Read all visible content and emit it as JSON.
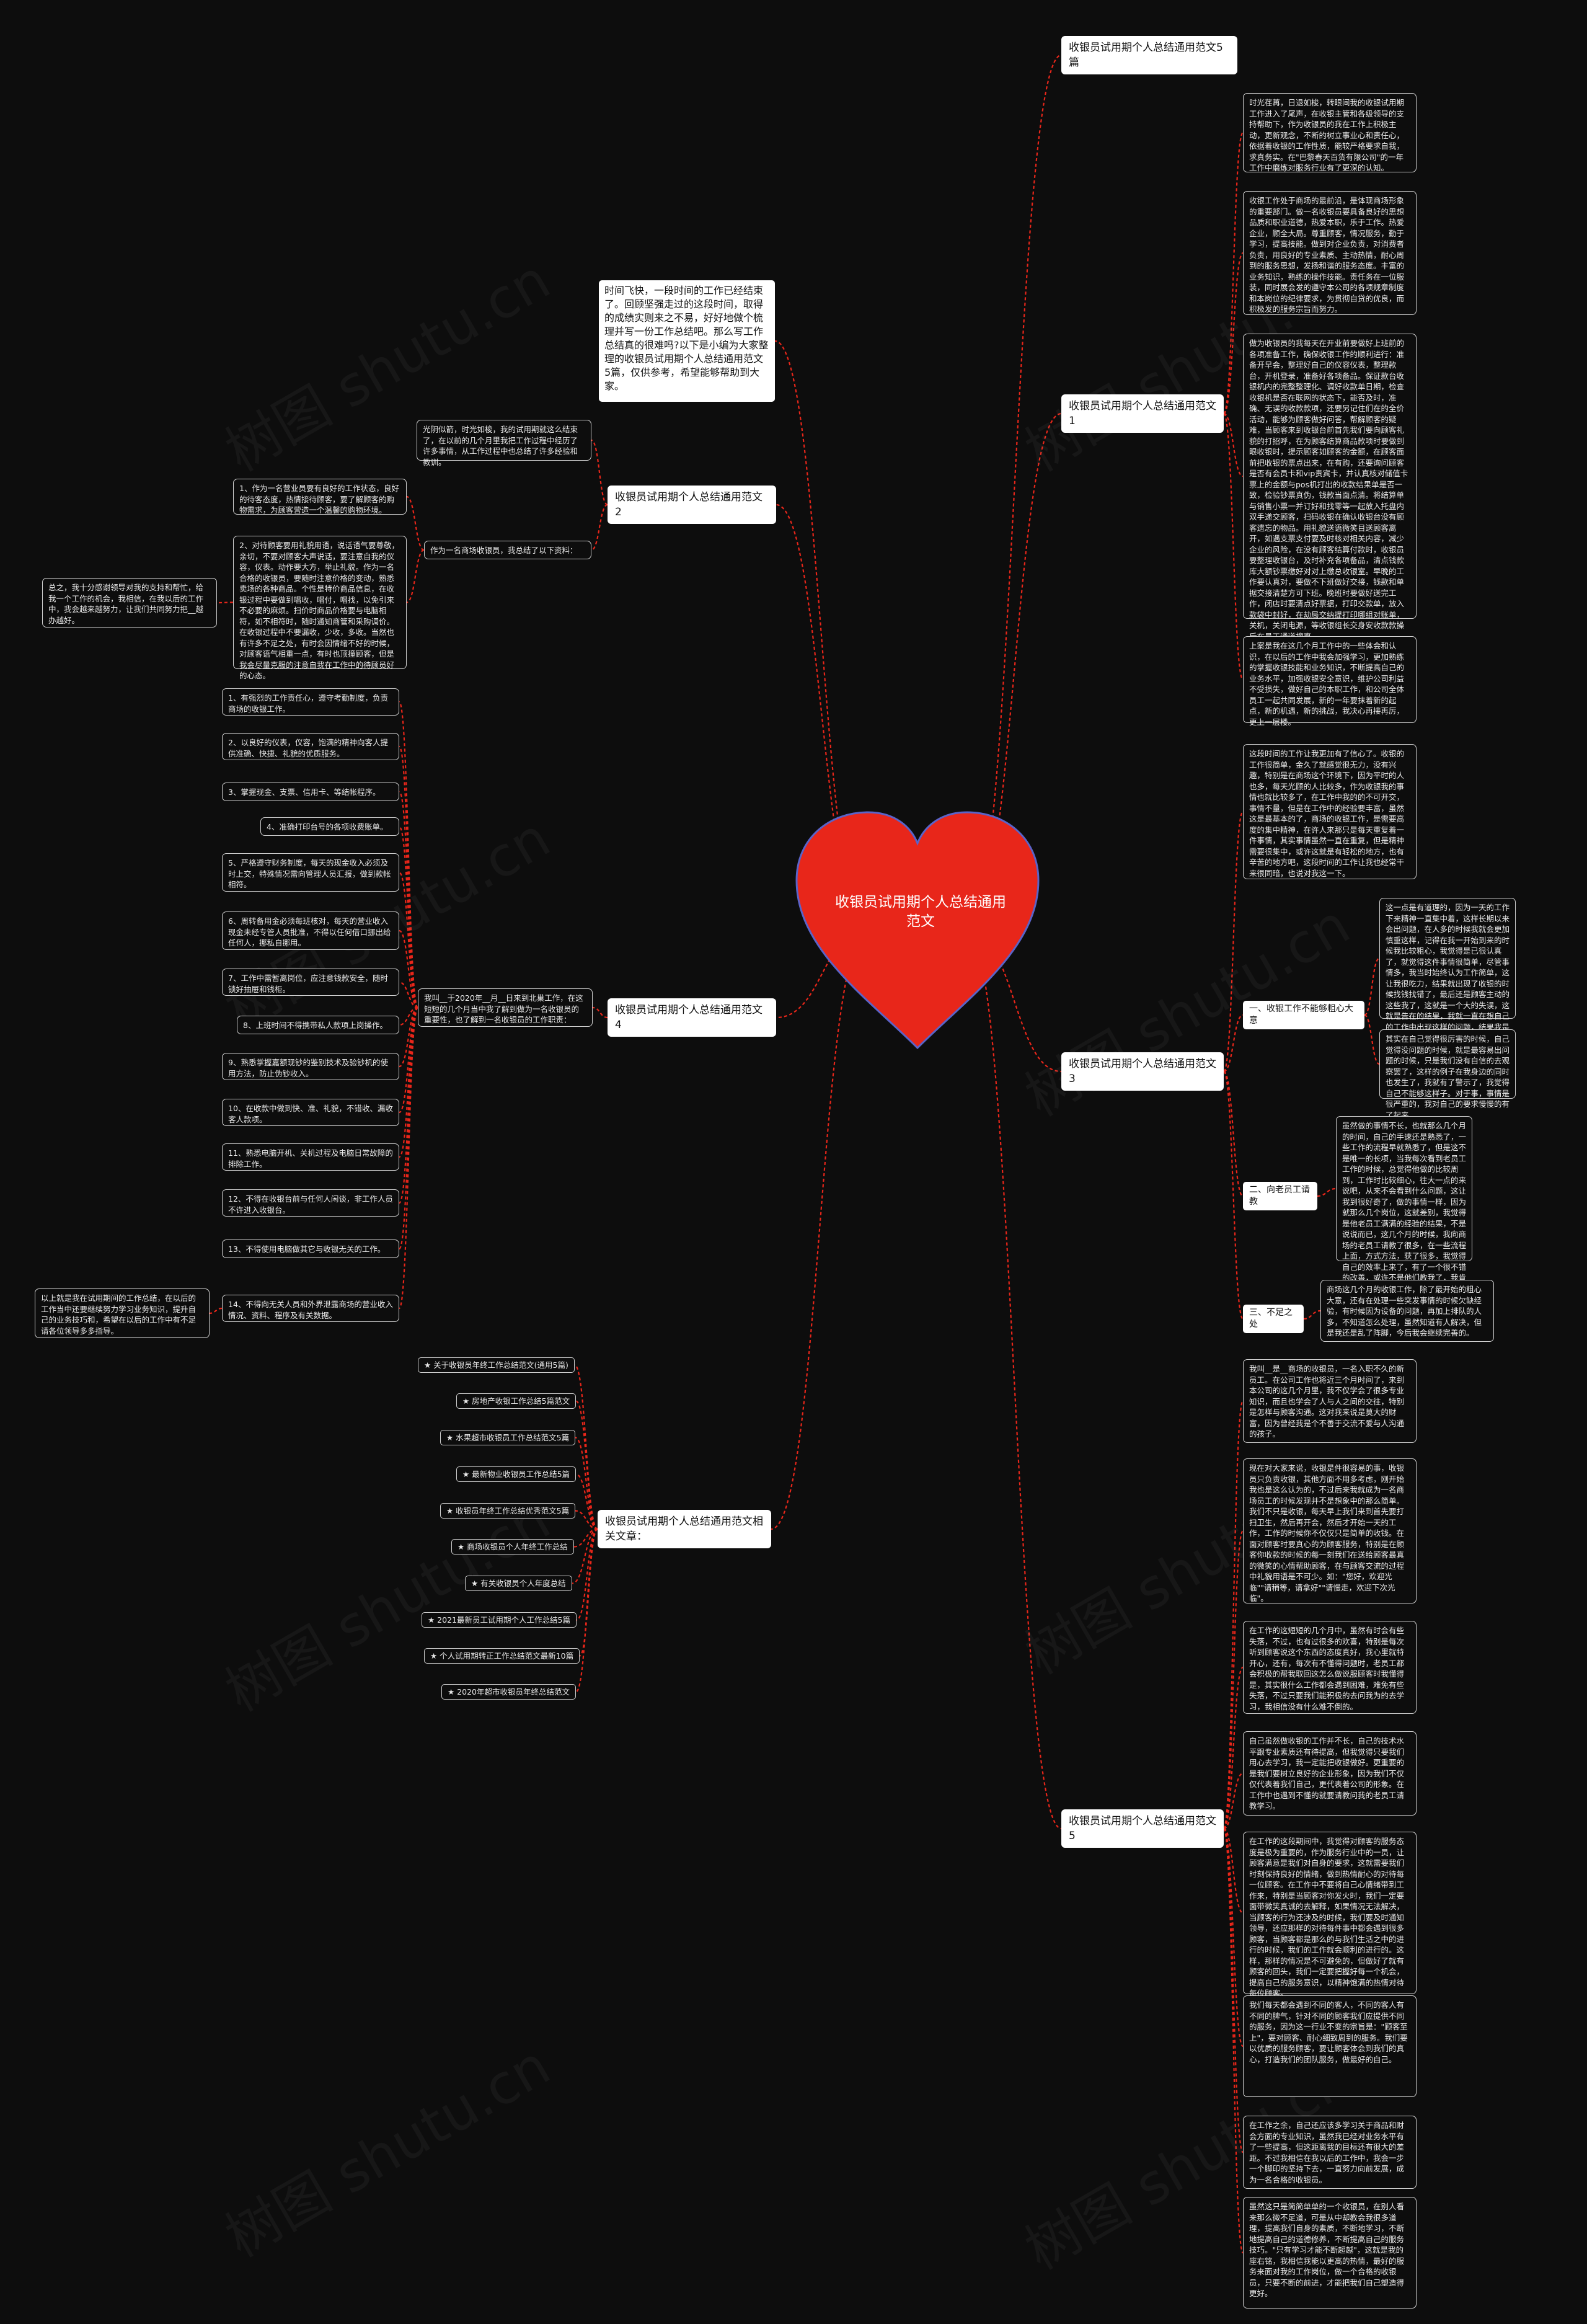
{
  "center": {
    "title": "收银员试用期个人总结通用范文",
    "color": "#e8261a"
  },
  "watermark": "树图 shutu.cn",
  "colors": {
    "link": "#e8261a",
    "background": "#0d0d0d"
  },
  "branches": {
    "b5a": "收银员试用期个人总结通用范文5篇",
    "b1": "收银员试用期个人总结通用范文1",
    "b2": "收银员试用期个人总结通用范文2",
    "b3": "收银员试用期个人总结通用范文3",
    "b4": "收银员试用期个人总结通用范文4",
    "b5": "收银员试用期个人总结通用范文5",
    "related": "收银员试用期个人总结通用范文相关文章："
  },
  "intro": "时间飞快，一段时间的工作已经结束了。回顾坚强走过的这段时间，取得的成绩实则来之不易，好好地做个梳理并写一份工作总结吧。那么写工作总结真的很难吗?以下是小编为大家整理的收银员试用期个人总结通用范文5篇，仅供参考，希望能够帮助到大家。",
  "b1_cards": [
    "时光荏苒，日退如梭，转眼间我的收银试用期工作进入了尾声，在收银主管和各级领导的支持帮助下，作为收银员的我在工作上积极主动，更新观念，不断的树立事业心和责任心，依据着收银的工作性质，能较严格要求自我，求真务实。在\"巴黎春天百货有限公司\"的一年工作中磨炼对服务行业有了更深的认知。",
    "收银工作处于商场的最前沿，是体现商场形象的重要部门。做一名收银员要具备良好的思想品质和职业道德，热爱本职，乐于工作。热爱企业，顾全大局。尊重顾客，情况服务，勤于学习，提高技能。做到对企业负责，对消费者负责，用良好的专业素质、主动热情，耐心周到的服务思想，发扬和谐的服务态度。丰富的业务知识，熟练的操作技能。责任务在一位服装，同时展会发的遵守本公司的各项规章制度和本岗位的纪律要求，为贯彻自贷的优良，而积极发的服务宗旨而努力。",
    "做为收银员的我每天在开业前要做好上班前的各项准备工作，确保收银工作的顺利进行：准备开早会，整理好自己的仪容仪表，整理款台，开机登录，准备好各项备品。保证款台收银机内的完整整理化、调好收款单日期，检查收银机是否在联网的状态下，能否及时，准确、无误的收款款项，还要另记住们在的全价活动，能够为顾客做好问答，帮解顾客的疑难，当顾客来到收银台前首先我们要向顾客礼貌的打招呼，在为顾客结算商品款项时要做到眼收银时，提示顾客如顾客的金额，在顾客面前把收银的票点出来，在有购，还要询问顾客是否有会员卡和vip贵宾卡，并认真核对储值卡票上的金额与pos机打出的收款结果单是否一致，检验钞票真伪，钱款当面点清。将结算单与销售小票一并订好和找零等一起放入托盘内双手递交顾客，扫码收银在确认收银台没有顾客遗忘的物品。用礼貌送语微笑目送顾客离开，如遇支票支付要及时核对相关内容，减少企业的风险，在没有顾客结算付款时，收银员要整理收银台，及时补充各项备品，清点钱款库大额钞票缴好对对上缴总收银室。早晚的工作要认真对，要做不下班做好交接，钱款和单据交接清楚方可下班。晚班时要做好送完工作，闭店时要清点好票据，打印交款单，放入款袋中封好，在劫局交纳提打印哪组对账单，关机，关闭电源，等收银组长交身安收款款操后在员工通道搜离。",
    "上案是我在这几个月工作中的一些体会和认识，在以后的工作中我会加强学习，更加熟练的掌握收银技能和业务知识，不断提高自己的业务水平，加强收银安全意识，维护公司利益不受损失，做好自己的本职工作，和公司全体员工一起共同发展，新的一年要抹着新的起点，新的机遇，新的挑战，我决心再接再厉，更上一层楼。"
  ],
  "b2_items": [
    "光阴似箭，时光如梭，我的试用期就这么结束了，在以前的几个月里我把工作过程中经历了许多事情，从工作过程中也总结了许多经验和教训。",
    "作为一名商场收银员，我总结了以下资料："
  ],
  "b2_cards": [
    "1、作为一名营业员要有良好的工作状态，良好的待客态度，热情接待顾客，要了解顾客的购物需求，为顾客营造一个温馨的购物环境。",
    "2、对待顾客要用礼貌用语，说话语气要尊敬，亲切，不要对顾客大声说话，要注意自我的仪容，仪表。动作要大方，举止礼貌。作为一名合格的收银员，要随时注意价格的变动，熟悉卖场的各种商品。个性是特价商品信息，在收银过程中要做到唱收，唱付，唱找，以免引来不必要的麻烦。扫价时商品价格要与电脑相符，如不相符时，随时通知商管和采购调价。在收银过程中不要漏收，少收，多收。当然也有许多不足之处，有时会因情绪不好的时候，对顾客语气相重一点，有时也顶撞顾客，但是我会尽量克服的注意自我在工作中的待顾员好的心态。"
  ],
  "b2_summary": "总之，我十分感谢领导对我的支持和帮忙，给我一个工作的机会，我相信，在我以后的工作中，我会越来越努力，让我们共同努力把__越办越好。",
  "b3_intro": "这段时间的工作让我更加有了信心了。收银的工作很简单，金久了就感觉很无力，没有兴趣，特别是在商场这个环境下，因为平时的人也多，每天光顾的人比较多，作为收银我的事情也就比较多了，在工作中我的的不可开交，事情不量，但是在工作中的经验要丰富，虽然这是最基本的了，商场的收银工作，是需要高度的集中精神，在许人来那只是每天重复着一件事情，其实事情虽然一直在重复，但是精神需要很集中，或许这就是有轻松的地方，也有辛苦的地方吧，这段时间的工作让我也经常干来很同暗，也说对我这一下。",
  "b3_subs": [
    "一、收银工作不能够粗心大意",
    "二、向老员工请教",
    "三、不足之处"
  ],
  "b3_cards1": [
    "这一点是有道理的，因为一天的工作下来精神一直集中着，这样长期以来会出问题，在人多的时候我就会更加慎重这样，记得在我一开始到来的时候我比较粗心，我觉得是已很认真了，就觉得这件事情很简单，尽管事情多，我当时始终认为工作简单，这让我很吃力，结果就出现了收银的时候找钱找错了，最后还是顾客主动的这些我了，这就是一个大的失误，这就是告在的结果，我就一直在想自己的工作中出现这样的问题，结果我是这样，我都心了，放松了。",
    "其实在自己觉得很厉害的时候，自己觉得没问题的时候，就是最容易出问题的时候，只是我们没有自信的去观察罢了，这样的例子在我身边的同时也发生了，我就有了警示了，我觉得自己不能够这样子。对于事，事情是很严重的，我对自己的要求慢慢的有了起来。"
  ],
  "b3_cards2": "虽然做的事情不长，也就那么几个月的时间，自己的手速还是熟悉了，一些工作的流程早就熟悉了，但是这不是唯一的长项，当我每次看到老员工工作的时候，总觉得他做的比较周到，工作时比较细心，往大一点的来说吧，从来不会看到什么问题，这让我到很好奇了，做的事情一样，因为就那么几个岗位，这就差别，我觉得是他老员工满满的经验的结果，不是说说而已，这几个月的时候，我向商场的老员工请教了很多，在一些流程上面，方式方法，获了很多，我觉得自己的效率上来了，有了一个很不错的改善，或许不是他们教我了，我肯定现在自己上来的。",
  "b3_cards3": "商场这几个月的收银工作，除了最开始的粗心大意，还有在处理一些突发事情的时候欠缺经验，有时候因为设备的问题，再加上排队的人多，不知道怎么处理，虽然知道有人解决，但是我还是乱了阵脚，今后我会继续完善的。",
  "b4_intro": "我叫__于2020年__月__日来到北巢工作，在这短短的几个月当中我了解到做为一名收银员的重要性，也了解到一名收银员的工作职责：",
  "b4_cards": [
    "1、有强烈的工作责任心，遵守考勤制度，负责商场的收银工作。",
    "2、以良好的仪表，仪容，饱满的精神向客人提供准确、快捷、礼貌的优质服务。",
    "3、掌握现金、支票、信用卡、等结帐程序。",
    "4、准确打印台号的各项收费账单。",
    "5、严格遵守财务制度，每天的现金收入必须及时上交，特殊情况需向管理人员汇报，做到款帐相符。",
    "6、周转备用金必须每班核对，每天的营业收入现金未经专管人员批准，不得以任何借口挪出给任何人，挪私自挪用。",
    "7、工作中需暂离岗位，应注意钱款安全，随时锁好抽屉和钱柜。",
    "8、上班时间不得携带私人款项上岗操作。",
    "9、熟悉掌握嘉额现钞的鉴别技术及验钞机的使用方法，防止伪钞收入。",
    "10、在收款中做到快、准、礼貌，不错收、漏收客人款项。",
    "11、熟悉电脑开机、关机过程及电脑日常故障的排除工作。",
    "12、不得在收银台前与任何人闲谈，非工作人员不许进入收银台。",
    "13、不得使用电脑做其它与收银无关的工作。",
    "14、不得向无关人员和外界泄露商场的营业收入情况、资料、程序及有关数据。"
  ],
  "b4_summary": "以上就是我在试用期间的工作总结，在以后的工作当中还要继续努力学习业务知识，提升自己的业务技巧和，希望在以后的工作中有不足请各位领导多多指导。",
  "b5_cards": [
    "我叫__是__商场的收银员，一名入职不久的新员工。在公司工作也将近三个月时间了，来到本公司的这几个月里，我不仅学会了很多专业知识，而且也学会了人与人之间的交往，特别是怎样与顾客沟通。这对我来说是莫大的财富，因为曾经我是个不善于交流不爱与人沟通的孩子。",
    "现在对大家来说，收银是件很容易的事，收银员只负责收银，其他方面不用多考虑，刚开始我也是这么认为的，不过后来我就成为一名商场员工的时候发现并不是想象中的那么简单。我们不只是收银，每天早上我们来到首先要打扫卫生，然后再开会，然后才开始一天的工作，工作的时候你不仅仅只是简单的收钱。在面对顾客时要真心的为顾客服务，特别是在顾客你收款的时候的每一刻我们在送给顾客最真的微笑的心情帮助顾客，在与顾客交流的过程中礼貌用语是不可少。如：\"您好，欢迎光临\"\"请稍等，请拿好\"\"请慢走，欢迎下次光临\"。",
    "在工作的这短短的几个月中，虽然有时会有些失落，不过，也有过很多的欢喜，特别是每次听到顾客说这个东西的态度真好，我心里就特开心，还有，每次有不懂得问题时，老员工都会积极的帮我取回这怎么做说服顾客时我懂得是，其实很什么工作都会遇到困难，难免有些失落，不过只要我们能积极的去问我为的去学习，我相信没有什么难不倒的。",
    "自己虽然做收银的工作并不长，自己的技术水平跟专业素质还有待提高，但我觉得只要我们用心去学习，我一定能把收银做好。更重要的是我们要树立良好的企业形象，因为我们不仅仅代表着我们自己，更代表着公司的形象。在工作中也遇到不懂的就要请教问我的老员工请教学习。",
    "在工作的这段期间中，我觉得对顾客的服务态度是极为重要的，作为服务行业中的一员，让顾客满意是我们对自身的要求，这就需要我们时刻保持良好的情绪，做到热情耐心的对待每一位顾客。在工作中不要将自己心情绪带到工作来，特别是当顾客对你发火时，我们一定要面带微笑真诚的去解释，如果情况无法解决，当顾客的行为还涉及的时候，我们要及时通知领导，还应那样的对待每件事中都会遇到很多顾客，当顾客都是那么的与我们生活之中的进行的时候，我们的工作就会顺利的进行的。这样，那样的情况是不可避免的，但做好了就有顾客的回头，我们一定要把握好每一个机会，提高自己的服务意识，以精神饱满的热情对待每位顾客。",
    "我们每天都会遇到不同的客人，不同的客人有不同的脾气，针对不同的顾客我们应提供不同的服务，因为这一行业不变的宗旨是：\"顾客至上\"，要对顾客、耐心细致周到的服务。我们要以优质的服务顾客，要让顾客体会到我们的真心，打造我们的团队服务，做最好的自己。",
    "在工作之余，自己还应该多学习关于商品和财会方面的专业知识，虽然我已经对业务水平有了一些提高，但这距离我的目标还有很大的差距。不过我相信在我以后的工作中，我会一步一个脚印的坚持下去，一直努力向前发展，成为一名合格的收银员。",
    "虽然这只是简简单单的一个收银员，在别人看来那么微不足道，可是从中却教会我很多道理，提高我们自身的素质，不断地学习，不断地提高自己的道德修养，不断提高自己的服务技巧。\"只有学习才能不断超越\"，这就是我的座右铭，我相信我能以更高的热情，最好的服务来面对我的工作岗位，做一个合格的收银员，只要不断的前进，才能把我们自己塑造得更好。"
  ],
  "related": [
    "★ 关于收银员年终工作总结范文(通用5篇)",
    "★ 房地产收银工作总结5篇范文",
    "★ 水果超市收银员工作总结范文5篇",
    "★ 最新物业收银员工作总结5篇",
    "★ 收银员年终工作总结优秀范文5篇",
    "★ 商场收银员个人年终工作总结",
    "★ 有关收银员个人年度总结",
    "★ 2021最新员工试用期个人工作总结5篇",
    "★ 个人试用期转正工作总结范文最新10篇",
    "★ 2020年超市收银员年终总结范文"
  ]
}
